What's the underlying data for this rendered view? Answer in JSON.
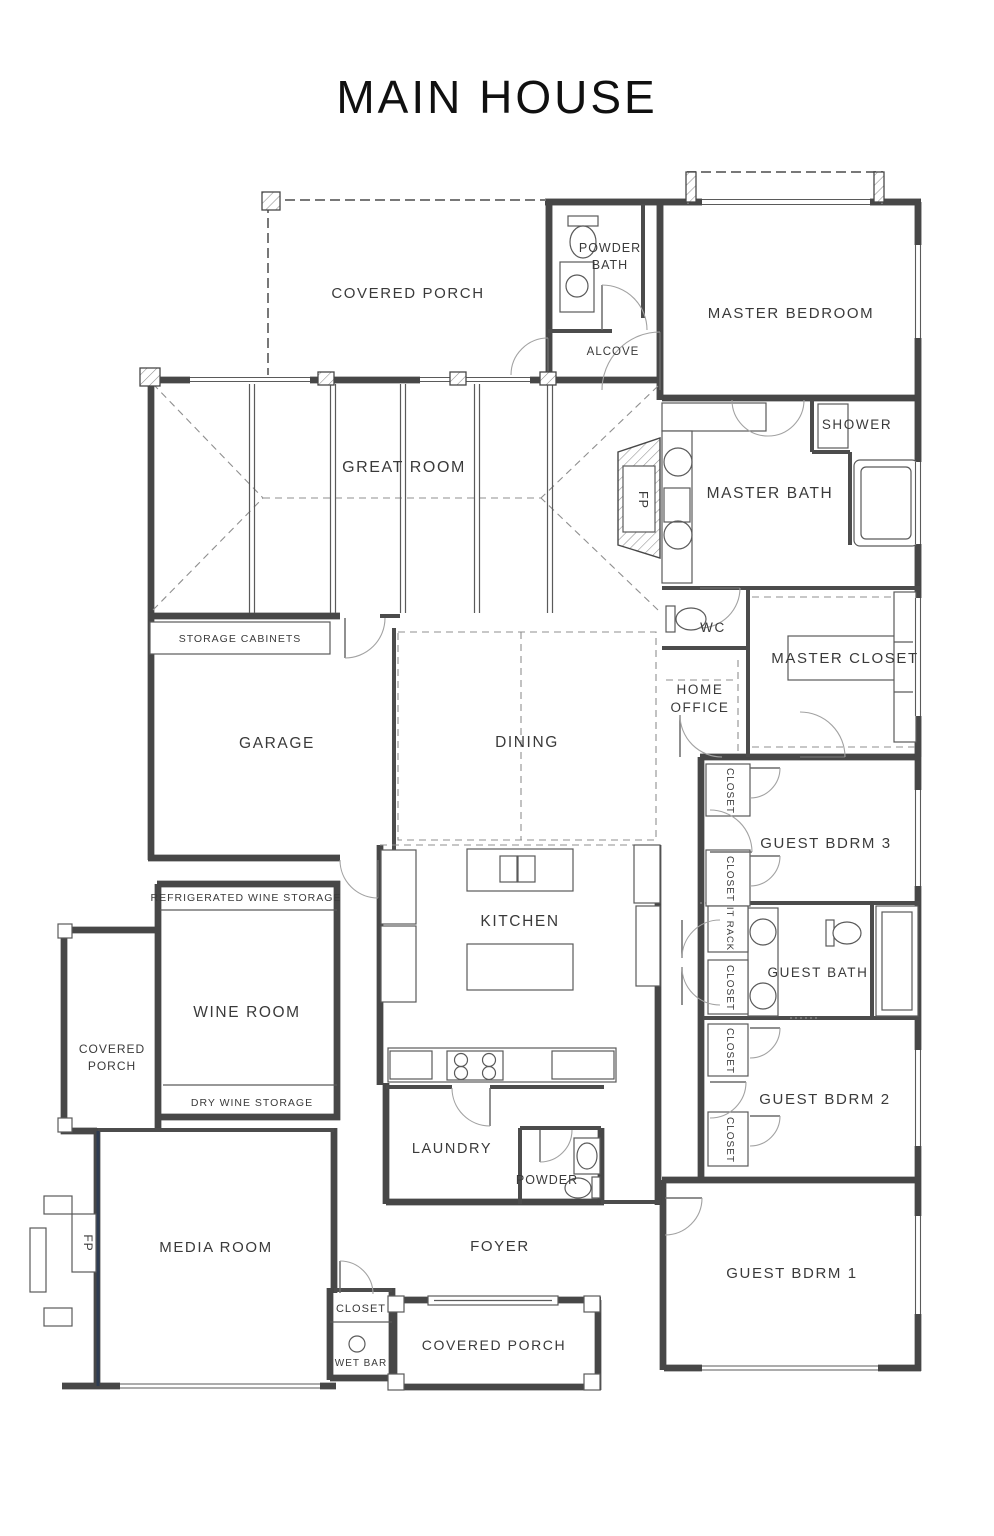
{
  "title": "MAIN HOUSE",
  "colors": {
    "line_color": "#474747",
    "label_color": "#3a3a3a",
    "accent_wall_color": "#2e3c52",
    "background": "#ffffff"
  },
  "rooms": {
    "covered_porch_top": {
      "label": "COVERED PORCH"
    },
    "powder_bath": {
      "line1": "POWDER",
      "line2": "BATH"
    },
    "alcove": {
      "label": "ALCOVE"
    },
    "master_bedroom": {
      "label": "MASTER BEDROOM"
    },
    "great_room": {
      "label": "GREAT ROOM"
    },
    "shower": {
      "label": "SHOWER"
    },
    "master_bath": {
      "label": "MASTER BATH"
    },
    "fp_great_room": {
      "label": "FP"
    },
    "wc": {
      "label": "WC"
    },
    "master_closet": {
      "label": "MASTER CLOSET"
    },
    "home_office": {
      "line1": "HOME",
      "line2": "OFFICE"
    },
    "storage_cabinets": {
      "label": "STORAGE CABINETS"
    },
    "garage": {
      "label": "GARAGE"
    },
    "dining": {
      "label": "DINING"
    },
    "guest_bdrm_3": {
      "label": "GUEST BDRM 3"
    },
    "closet_guest3_a": {
      "label": "CLOSET"
    },
    "closet_guest3_b": {
      "label": "CLOSET"
    },
    "it_rack": {
      "label": "IT RACK"
    },
    "kitchen": {
      "label": "KITCHEN"
    },
    "refrigerated_wine_storage": {
      "label": "REFRIGERATED WINE STORAGE"
    },
    "wine_room": {
      "label": "WINE ROOM"
    },
    "covered_porch_left": {
      "line1": "COVERED",
      "line2": "PORCH"
    },
    "dry_wine_storage": {
      "label": "DRY WINE STORAGE"
    },
    "guest_bath": {
      "label": "GUEST BATH"
    },
    "closet_hall": {
      "label": "CLOSET"
    },
    "guest_bdrm_2": {
      "label": "GUEST BDRM 2"
    },
    "closet_guest2_a": {
      "label": "CLOSET"
    },
    "closet_guest2_b": {
      "label": "CLOSET"
    },
    "laundry": {
      "label": "LAUNDRY"
    },
    "powder": {
      "label": "POWDER"
    },
    "media_room": {
      "label": "MEDIA ROOM"
    },
    "fp_media": {
      "label": "FP"
    },
    "foyer": {
      "label": "FOYER"
    },
    "closet_foyer": {
      "label": "CLOSET"
    },
    "wet_bar": {
      "label": "WET BAR"
    },
    "covered_porch_bottom": {
      "label": "COVERED PORCH"
    },
    "guest_bdrm_1": {
      "label": "GUEST BDRM 1"
    }
  }
}
